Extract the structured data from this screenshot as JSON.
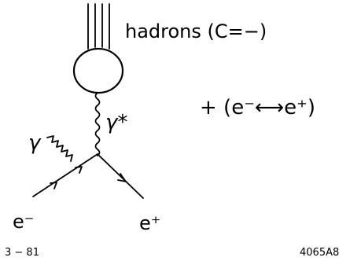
{
  "labels": {
    "hadrons": "hadrons (C=−)",
    "photon_virtual": "γ*",
    "photon_real": "γ",
    "swap": "+ (e⁻⟷e⁺)",
    "e_minus": "e⁻",
    "e_plus": "e⁺",
    "date": "3 − 81",
    "figure_id": "4065A8"
  }
}
